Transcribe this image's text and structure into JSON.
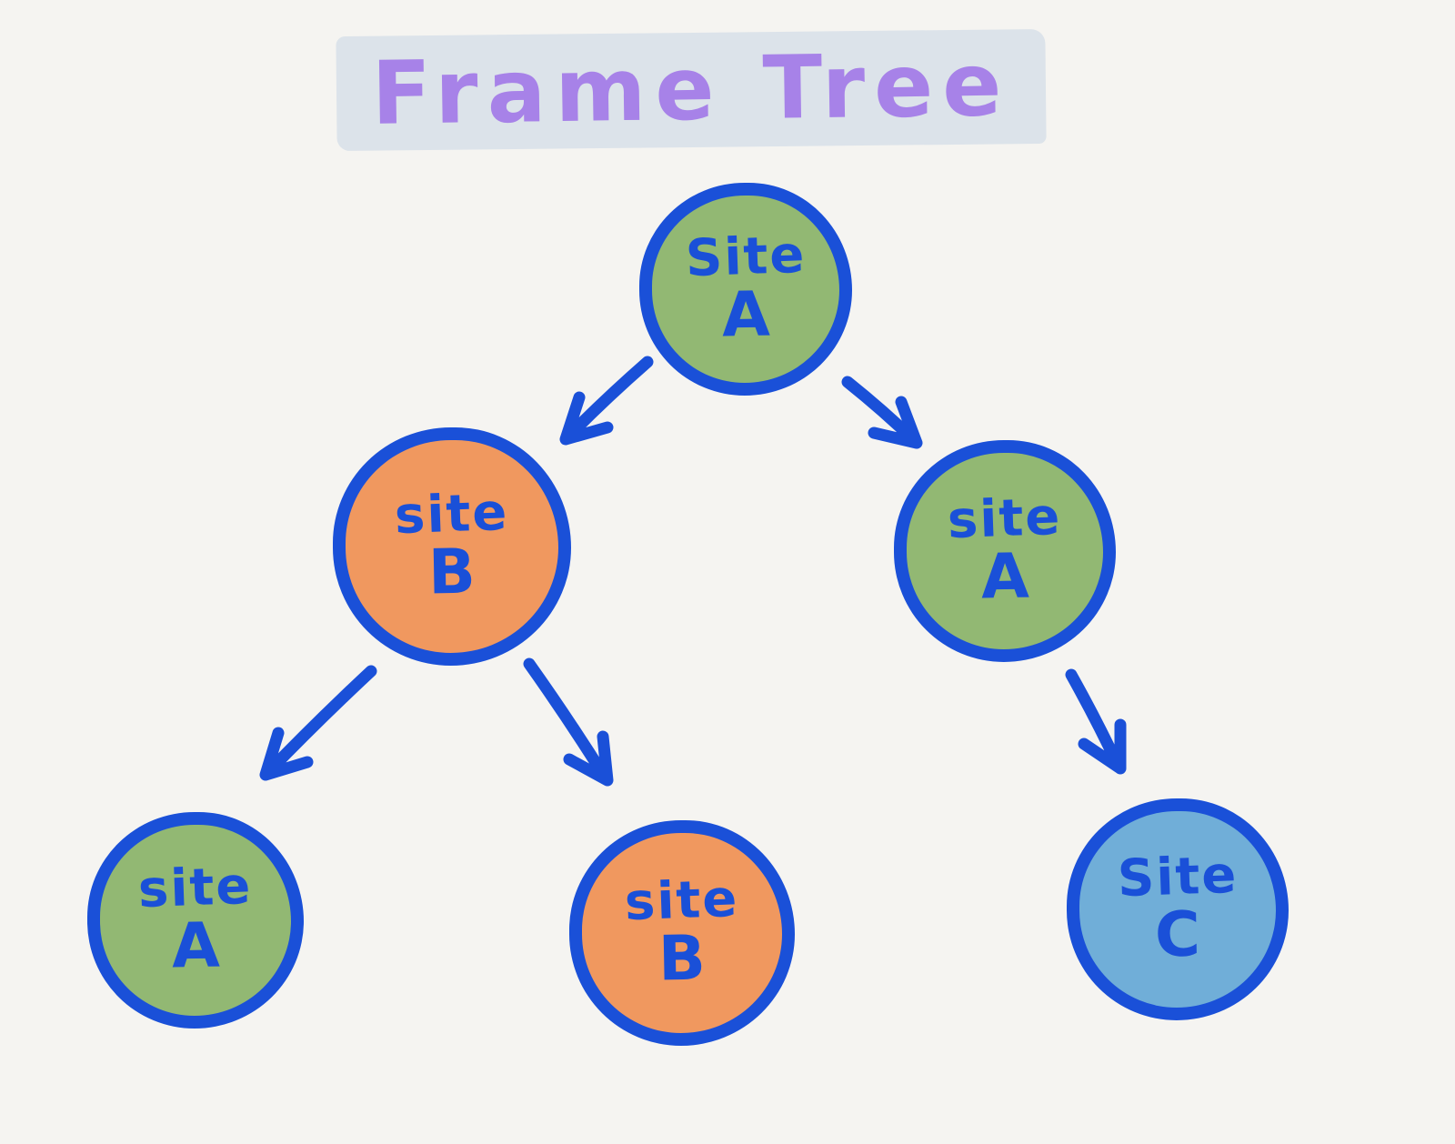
{
  "title": "Frame Tree",
  "colors": {
    "background": "#f5f4f1",
    "stroke_blue": "#1a50d8",
    "title_purple": "#a782e8",
    "title_highlight": "#dce3ea",
    "green": "#92b873",
    "orange": "#f0985f",
    "light_blue": "#70aed8"
  },
  "nodes": [
    {
      "id": "root-site-a",
      "line1": "Site",
      "line2": "A",
      "color": "#92b873"
    },
    {
      "id": "mid-site-b",
      "line1": "site",
      "line2": "B",
      "color": "#f0985f"
    },
    {
      "id": "mid-site-a",
      "line1": "site",
      "line2": "A",
      "color": "#92b873"
    },
    {
      "id": "leaf-site-a",
      "line1": "site",
      "line2": "A",
      "color": "#92b873"
    },
    {
      "id": "leaf-site-b",
      "line1": "site",
      "line2": "B",
      "color": "#f0985f"
    },
    {
      "id": "leaf-site-c",
      "line1": "Site",
      "line2": "C",
      "color": "#70aed8"
    }
  ],
  "edges": [
    {
      "from": "root-site-a",
      "to": "mid-site-b"
    },
    {
      "from": "root-site-a",
      "to": "mid-site-a"
    },
    {
      "from": "mid-site-b",
      "to": "leaf-site-a"
    },
    {
      "from": "mid-site-b",
      "to": "leaf-site-b"
    },
    {
      "from": "mid-site-a",
      "to": "leaf-site-c"
    }
  ]
}
